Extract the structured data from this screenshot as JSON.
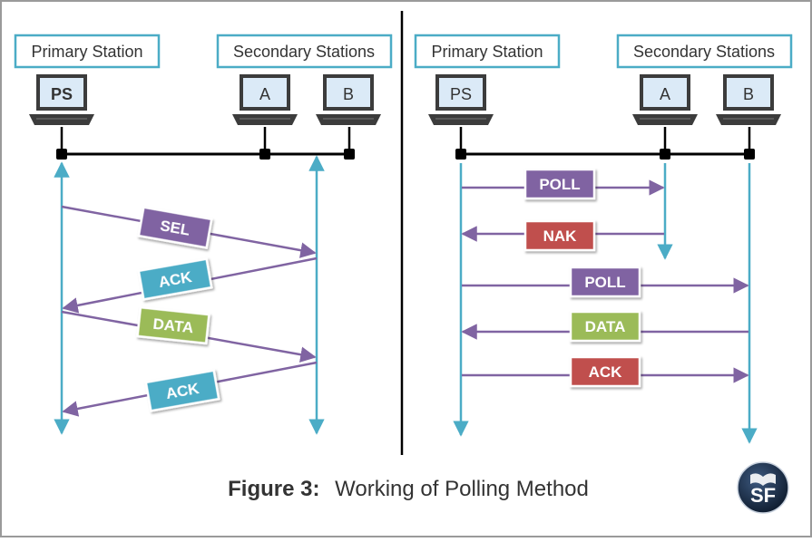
{
  "colors": {
    "frame": "#9a9a9a",
    "station_box_border": "#4bacc6",
    "bus": "#000000",
    "timeline": "#4bacc6",
    "message_arrow": "#8064a2",
    "label_purple": "#8064a2",
    "label_blue": "#4bacc6",
    "label_green": "#9bbb59",
    "label_red": "#c0504d",
    "laptop_screen": "#dbeaf7",
    "laptop_body": "#3c3c3c"
  },
  "left_panel": {
    "primary_label": "Primary Station",
    "secondary_label": "Secondary Stations",
    "stations": [
      "PS",
      "A",
      "B"
    ],
    "messages": [
      {
        "label": "SEL",
        "color": "purple",
        "from": "PS",
        "to": "B"
      },
      {
        "label": "ACK",
        "color": "blue",
        "from": "B",
        "to": "PS"
      },
      {
        "label": "DATA",
        "color": "green",
        "from": "PS",
        "to": "B"
      },
      {
        "label": "ACK",
        "color": "blue",
        "from": "B",
        "to": "PS"
      }
    ]
  },
  "right_panel": {
    "primary_label": "Primary Station",
    "secondary_label": "Secondary Stations",
    "stations": [
      "PS",
      "A",
      "B"
    ],
    "messages": [
      {
        "label": "POLL",
        "color": "purple",
        "from": "PS",
        "to": "A"
      },
      {
        "label": "NAK",
        "color": "red",
        "from": "A",
        "to": "PS"
      },
      {
        "label": "POLL",
        "color": "purple",
        "from": "PS",
        "to": "B"
      },
      {
        "label": "DATA",
        "color": "green",
        "from": "B",
        "to": "PS"
      },
      {
        "label": "ACK",
        "color": "red",
        "from": "PS",
        "to": "B"
      }
    ]
  },
  "caption": {
    "bold": "Figure 3:",
    "text": "Working of Polling Method"
  },
  "logo": {
    "text": "SF",
    "icon": "book-logo"
  }
}
